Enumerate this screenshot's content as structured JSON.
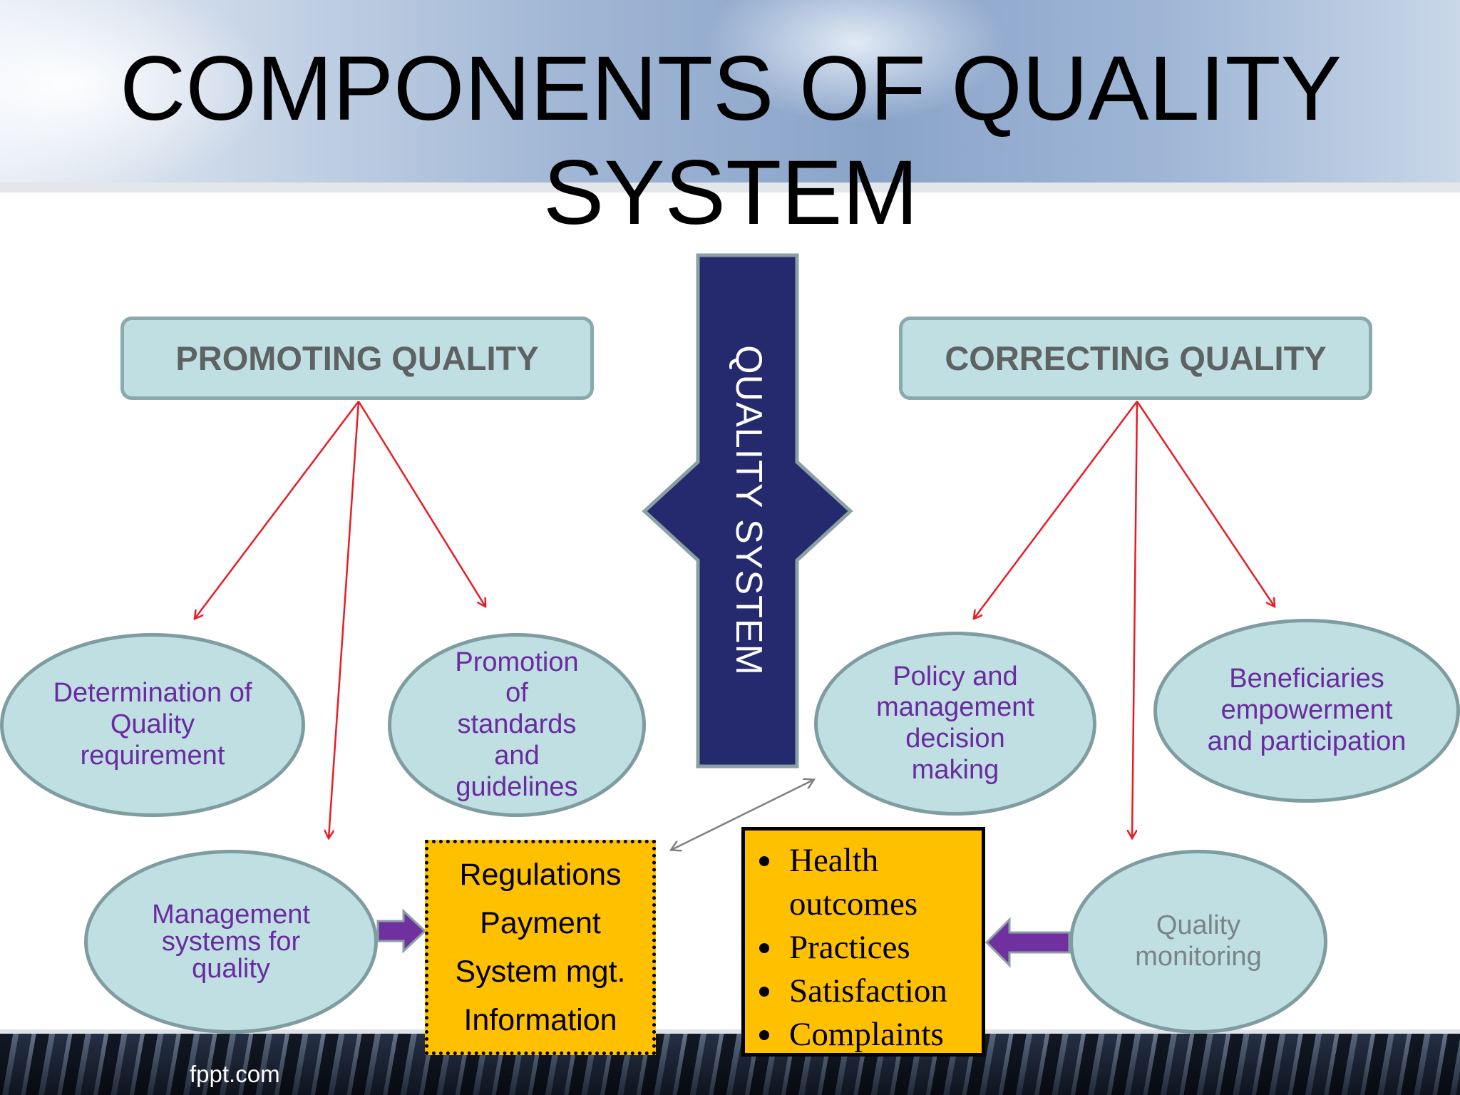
{
  "slide": {
    "title": "COMPONENTS OF QUALITY SYSTEM",
    "footer": "fppt.com"
  },
  "center": {
    "label": "QUALITY SYSTEM",
    "color": "#252a6f"
  },
  "promoting": {
    "header": "PROMOTING QUALITY",
    "determination": "Determination of Quality requirement",
    "promotion": "Promotion of standards and guidelines",
    "management": "Management systems for quality"
  },
  "correcting": {
    "header": "CORRECTING QUALITY",
    "policy": "Policy and management decision making",
    "beneficiaries": "Beneficiaries empowerment and participation",
    "monitoring": "Quality monitoring"
  },
  "regulations_box": [
    "Regulations",
    "Payment",
    "System mgt.",
    "Information"
  ],
  "outcomes_box": [
    "Health outcomes",
    "Practices",
    "Satisfaction",
    "Complaints"
  ],
  "colors": {
    "shape_fill": "#bfdfe2",
    "ellipse_text": "#6a2aa0",
    "box_fill": "#ffc000",
    "arrow_red": "#e81c24",
    "block_arrow": "#7030a0"
  }
}
